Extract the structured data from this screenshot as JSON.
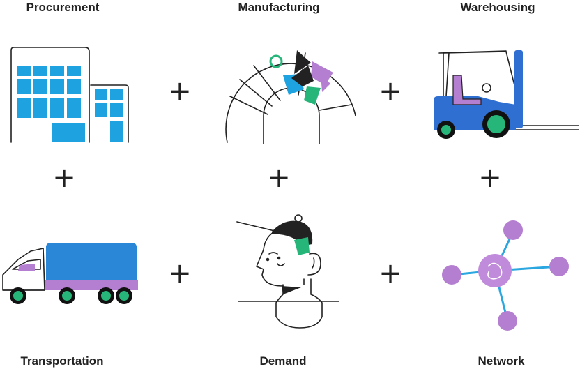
{
  "nodes": {
    "procurement": "Procurement",
    "manufacturing": "Manufacturing",
    "warehousing": "Warehousing",
    "transportation": "Transportation",
    "demand": "Demand",
    "network": "Network"
  },
  "operator": "+",
  "colors": {
    "blue": "#1fa3e0",
    "truck_blue": "#2a86d6",
    "forklift_blue": "#2f6fd1",
    "green": "#27b67a",
    "purple": "#b57fd1",
    "ink": "#222222",
    "network_line": "#2aa7e0"
  },
  "icons": {
    "procurement": "buildings-icon",
    "manufacturing": "factory-dial-icon",
    "warehousing": "forklift-icon",
    "transportation": "truck-icon",
    "demand": "person-with-cap-icon",
    "network": "network-nodes-icon"
  }
}
